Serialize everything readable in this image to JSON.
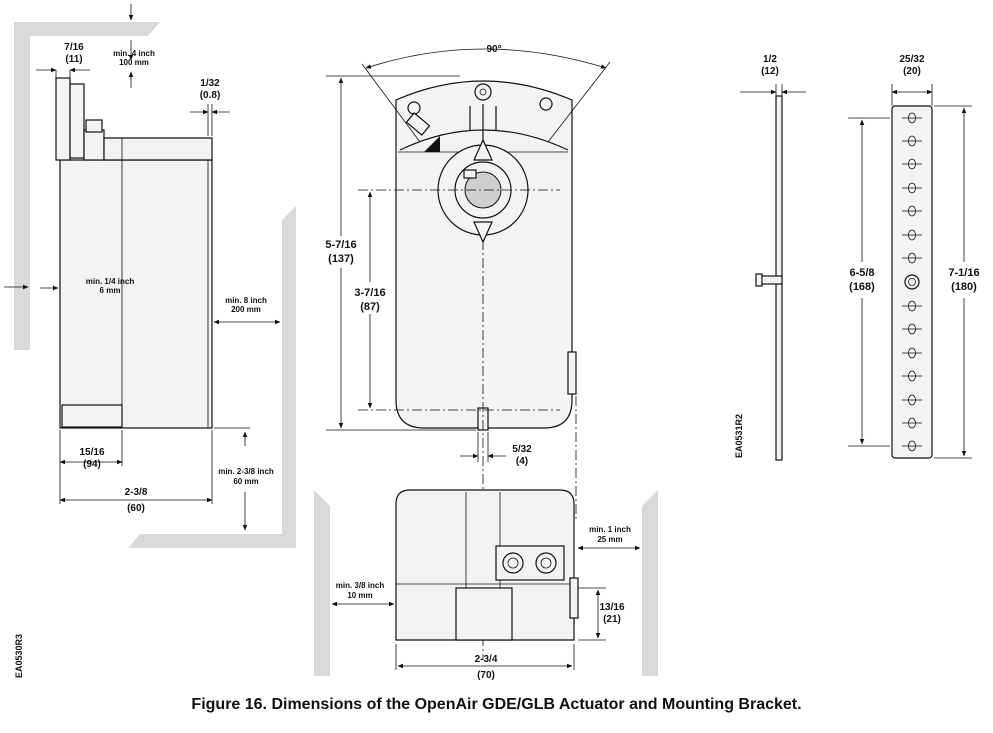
{
  "caption": "Figure 16.  Dimensions of the OpenAir GDE/GLB Actuator and Mounting Bracket.",
  "left_view": {
    "top_inch": "7/16",
    "top_mm": "(11)",
    "clear_top_inch": "min. 4 inch",
    "clear_top_mm": "100 mm",
    "gap_inch": "1/32",
    "gap_mm": "(0.8)",
    "side_clear_inch": "min. 1/4 inch",
    "side_clear_mm": "6 mm",
    "right_clear_inch": "min. 8 inch",
    "right_clear_mm": "200 mm",
    "base_inch": "15/16",
    "base_mm": "(94)",
    "bottom_clear_inch": "min. 2-3/8 inch",
    "bottom_clear_mm": "60 mm",
    "width_inch": "2-3/8",
    "width_mm": "(60)",
    "code": "EA0530R3"
  },
  "center_view": {
    "angle": "90°",
    "height_inch": "5-7/16",
    "height_mm": "(137)",
    "shaft_inch": "3-7/16",
    "shaft_mm": "(87)",
    "slot_inch": "5/32",
    "slot_mm": "(4)"
  },
  "bottom_view": {
    "right_clear_inch": "min. 1 inch",
    "right_clear_mm": "25 mm",
    "left_clear_inch": "min. 3/8 inch",
    "left_clear_mm": "10 mm",
    "depth_inch": "13/16",
    "depth_mm": "(21)",
    "width_inch": "2-3/4",
    "width_mm": "(70)"
  },
  "bracket": {
    "thickness_inch": "1/2",
    "thickness_mm": "(12)",
    "width_inch": "25/32",
    "width_mm": "(20)",
    "hole_span_inch": "6-5/8",
    "hole_span_mm": "(168)",
    "length_inch": "7-1/16",
    "length_mm": "(180)",
    "code": "EA0531R2"
  }
}
